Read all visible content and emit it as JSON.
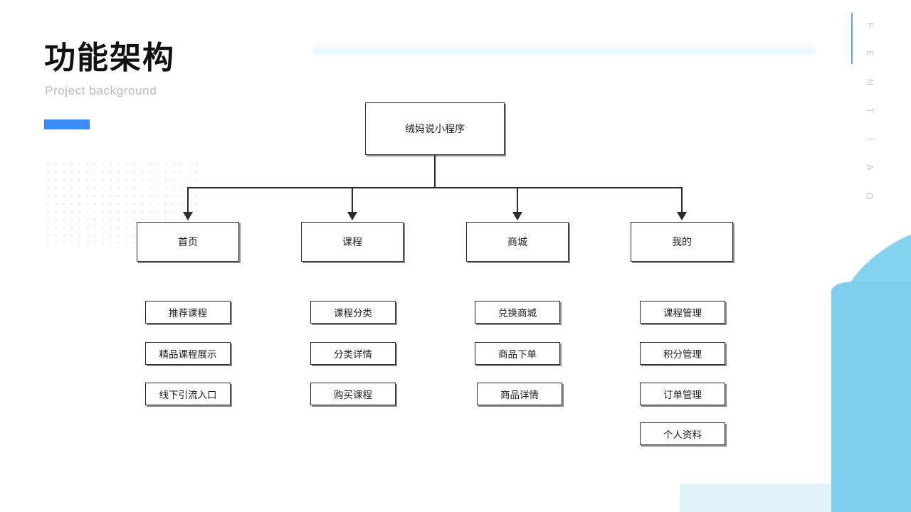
{
  "header": {
    "title": "功能架构",
    "subtitle": "Project background"
  },
  "side_word": {
    "letters": [
      "F",
      "E",
      "N",
      "T",
      "I",
      "A",
      "O"
    ]
  },
  "colors": {
    "accent_bar": "#3d8bf5",
    "side_rule": "#5aa6f0",
    "deco_blue": "#84d3ee",
    "deco_blue_shade": "#7ecfec",
    "deco_blue_pale": "#e2f4fa",
    "node_border": "#2b2b2b",
    "title": "#111111",
    "subtitle": "#b9bbbe"
  },
  "chart_data": {
    "type": "diagram",
    "title": "功能架构",
    "root": "绒妈说小程序",
    "branches": [
      {
        "label": "首页",
        "children": [
          "推荐课程",
          "精品课程展示",
          "线下引流入口"
        ]
      },
      {
        "label": "课程",
        "children": [
          "课程分类",
          "分类详情",
          "购买课程"
        ]
      },
      {
        "label": "商城",
        "children": [
          "兑换商城",
          "商品下单",
          "商品详情"
        ]
      },
      {
        "label": "我的",
        "children": [
          "课程管理",
          "积分管理",
          "订单管理",
          "个人资料"
        ]
      }
    ]
  }
}
